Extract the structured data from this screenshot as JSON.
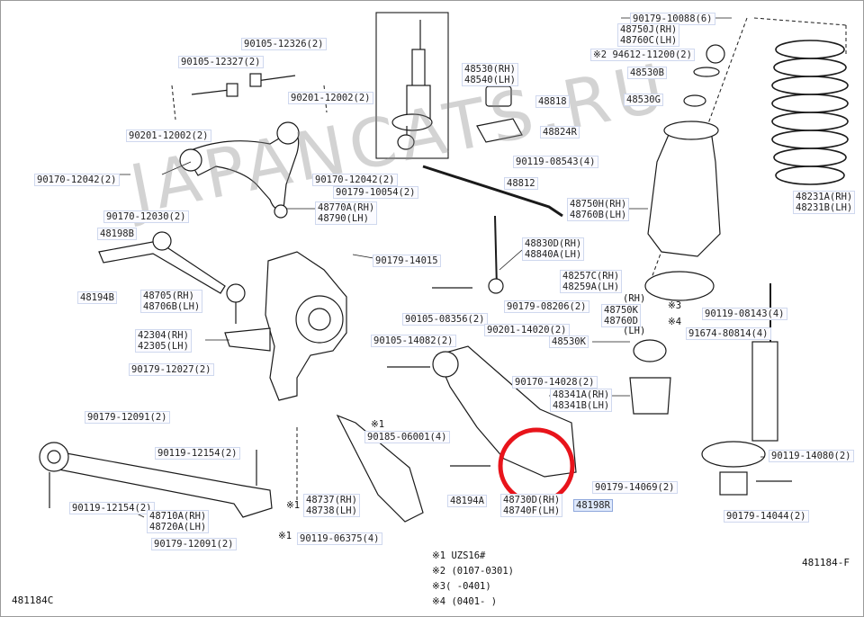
{
  "diagram_id_left": "481184C",
  "diagram_id_right": "481184-F",
  "watermark": "JAPANCATS.RU",
  "highlight_color": "#e8141b",
  "labels": {
    "p90179_10088": "90179-10088(6)",
    "p48750J": "48750J(RH)",
    "p48760C": "48760C(LH)",
    "p94612": "※2 94612-11200(2)",
    "p48530B": "48530B",
    "p48530G": "48530G",
    "p90105_12326": "90105-12326(2)",
    "p90105_12327": "90105-12327(2)",
    "p48530": "48530(RH)",
    "p48540": "48540(LH)",
    "p48818": "48818",
    "p90201_12002a": "90201-12002(2)",
    "p90201_12002b": "90201-12002(2)",
    "p48824R": "48824R",
    "p90170_12042a": "90170-12042(2)",
    "p90119_08543": "90119-08543(4)",
    "p90170_12042b": "90170-12042(2)",
    "p48812": "48812",
    "p90179_10054": "90179-10054(2)",
    "p48231A": "48231A(RH)",
    "p48231B": "48231B(LH)",
    "p48770A": "48770A(RH)",
    "p48790": "48790(LH)",
    "p48750H": "48750H(RH)",
    "p48760B": "48760B(LH)",
    "p90170_12030": "90170-12030(2)",
    "p48198B": "48198B",
    "p48830D": "48830D(RH)",
    "p48840A": "48840A(LH)",
    "p90179_14015": "90179-14015",
    "p48257C": "48257C(RH)",
    "p48259A": "48259A(LH)",
    "p48194B": "48194B",
    "p48705": "48705(RH)",
    "p48706B": "48706B(LH)",
    "p90179_08206": "90179-08206(2)",
    "p48750K_rh": "(RH)",
    "p48750K": "48750K",
    "p48760D": "48760D",
    "p48750K_lh": "(LH)",
    "p48530K": "48530K",
    "p90119_08143": "90119-08143(4)",
    "mark3": "※3",
    "mark4": "※4",
    "p91674": "91674-80814(4)",
    "p90105_08356": "90105-08356(2)",
    "p90201_14020": "90201-14020(2)",
    "p42304": "42304(RH)",
    "p42305": "42305(LH)",
    "p90105_14082": "90105-14082(2)",
    "p90179_12027": "90179-12027(2)",
    "p90170_14028": "90170-14028(2)",
    "p48341A": "48341A(RH)",
    "p48341B": "48341B(LH)",
    "p90179_12091a": "90179-12091(2)",
    "mark1a": "※1",
    "p90185_06001": "90185-06001(4)",
    "p90119_12154a": "90119-12154(2)",
    "p90119_14080": "90119-14080(2)",
    "p90179_14069": "90179-14069(2)",
    "p48737": "48737(RH)",
    "p48738": "48738(LH)",
    "mark1b": "※1",
    "p90119_12154b": "90119-12154(2)",
    "p48194A": "48194A",
    "p48730": "48730D(RH)",
    "p48740F": "48740F(LH)",
    "p48198R": "48198R",
    "p90179_14044": "90179-14044(2)",
    "p48710A": "48710A(RH)",
    "p48720A": "48720A(LH)",
    "p90179_12091b": "90179-12091(2)",
    "mark1c": "※1",
    "p90119_06375": "90119-06375(4)"
  },
  "notes": [
    "※1 UZS16#",
    "※2 (0107-0301)",
    "※3(      -0401)",
    "※4 (0401-      )"
  ]
}
